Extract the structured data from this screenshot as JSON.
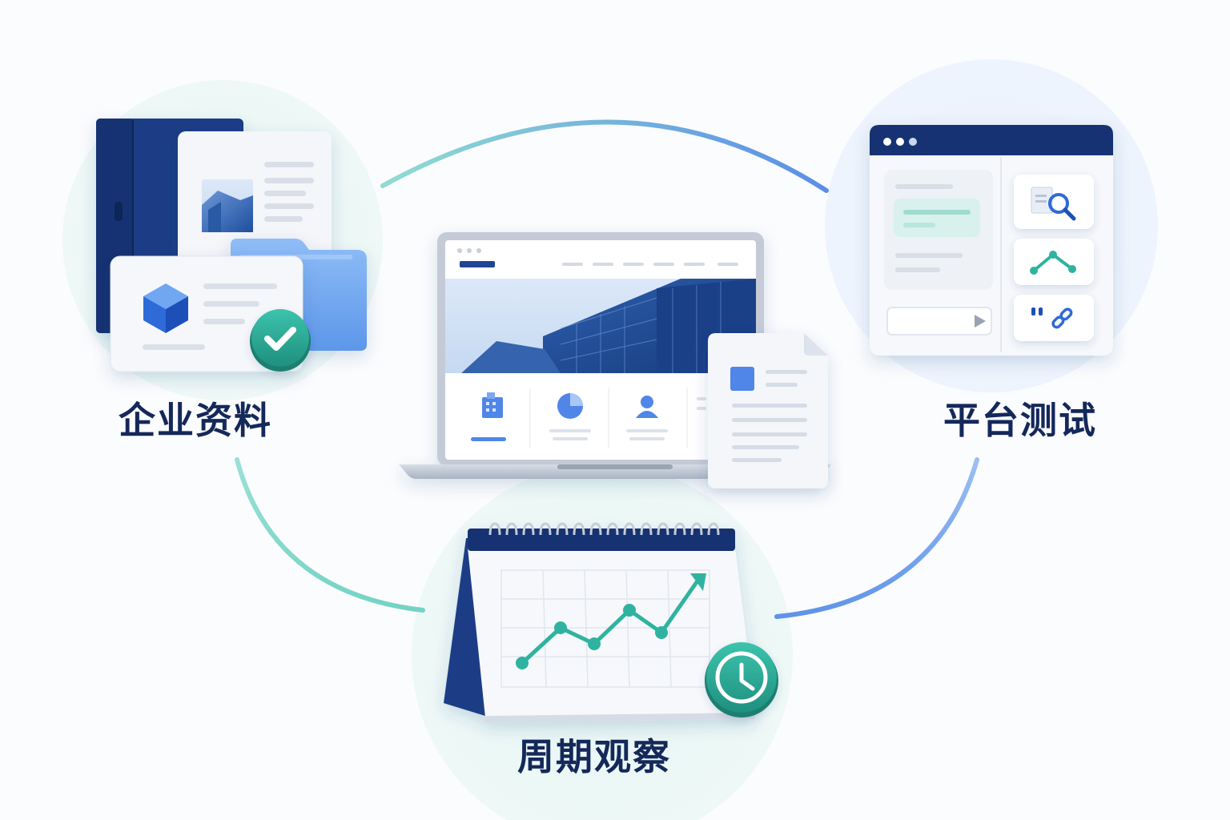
{
  "labels": {
    "enterprise": "企业资料",
    "platform": "平台测试",
    "cycle": "周期观察"
  },
  "colors": {
    "navy": "#163576",
    "teal": "#2fb3a0",
    "blue": "#4b86e8",
    "sky": "#8ab8f5",
    "text": "#14285a"
  },
  "icons": {
    "enterprise": [
      "binder-icon",
      "document-icon",
      "cube-icon",
      "folder-icon",
      "check-badge-icon"
    ],
    "center": [
      "laptop-icon",
      "building-icon",
      "pie-chart-icon",
      "user-icon",
      "document-icon"
    ],
    "platform": [
      "browser-window-icon",
      "search-document-icon",
      "line-graph-icon",
      "quote-link-icon",
      "play-icon"
    ],
    "cycle": [
      "calendar-icon",
      "trend-up-icon",
      "clock-icon"
    ]
  }
}
